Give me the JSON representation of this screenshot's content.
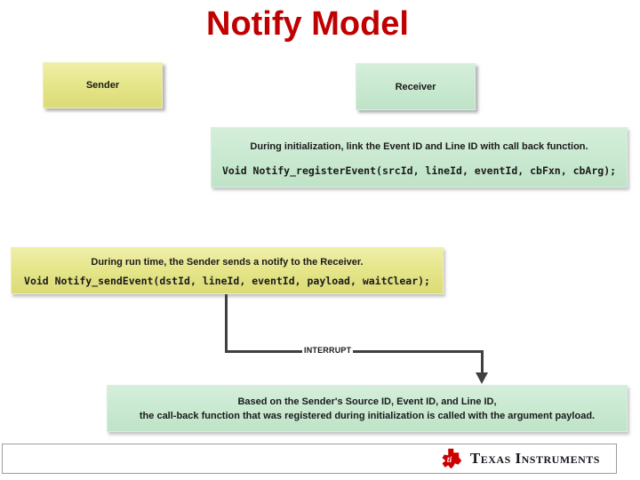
{
  "slide": {
    "title": "Notify Model",
    "boxes": {
      "sender": {
        "label": "Sender"
      },
      "receiver": {
        "label": "Receiver"
      },
      "init": {
        "heading": "During initialization, link the Event ID and Line ID with call back function.",
        "code": "Void Notify_registerEvent(srcId, lineId, eventId, cbFxn, cbArg);"
      },
      "runtime": {
        "heading": "During run time, the Sender sends a notify to the Receiver.",
        "code": "Void Notify_sendEvent(dstId, lineId, eventId, payload, waitClear);"
      },
      "callback": {
        "line1": "Based on the Sender's Source ID, Event ID, and Line ID,",
        "line2": "the call-back function that was registered during initialization is called with the argument payload."
      }
    },
    "connector": {
      "label": "INTERRUPT"
    },
    "footer": {
      "brand": "Texas Instruments",
      "logo_icon": "ti-texas-logo-icon"
    },
    "colors": {
      "title_red": "#C00000",
      "yellow_box": "#E6E68C",
      "green_box": "#C7E8CE",
      "connector_gray": "#404040",
      "ti_red": "#CC0000"
    }
  }
}
